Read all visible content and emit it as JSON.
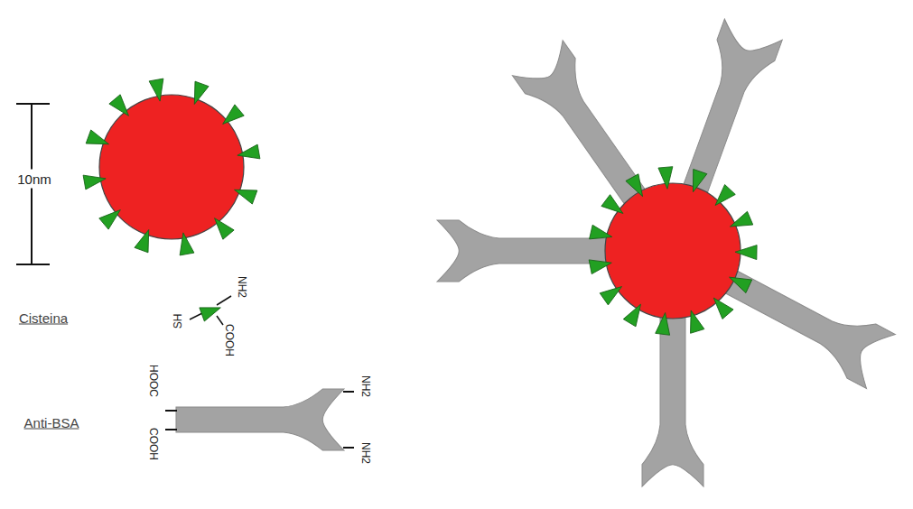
{
  "diagram": {
    "labels": [
      "10nm",
      "Cisteina",
      "SH",
      "NH2",
      "COOH",
      "Anti-BSA",
      "HOOC",
      "COOH",
      "NH2",
      "NH2"
    ]
  }
}
